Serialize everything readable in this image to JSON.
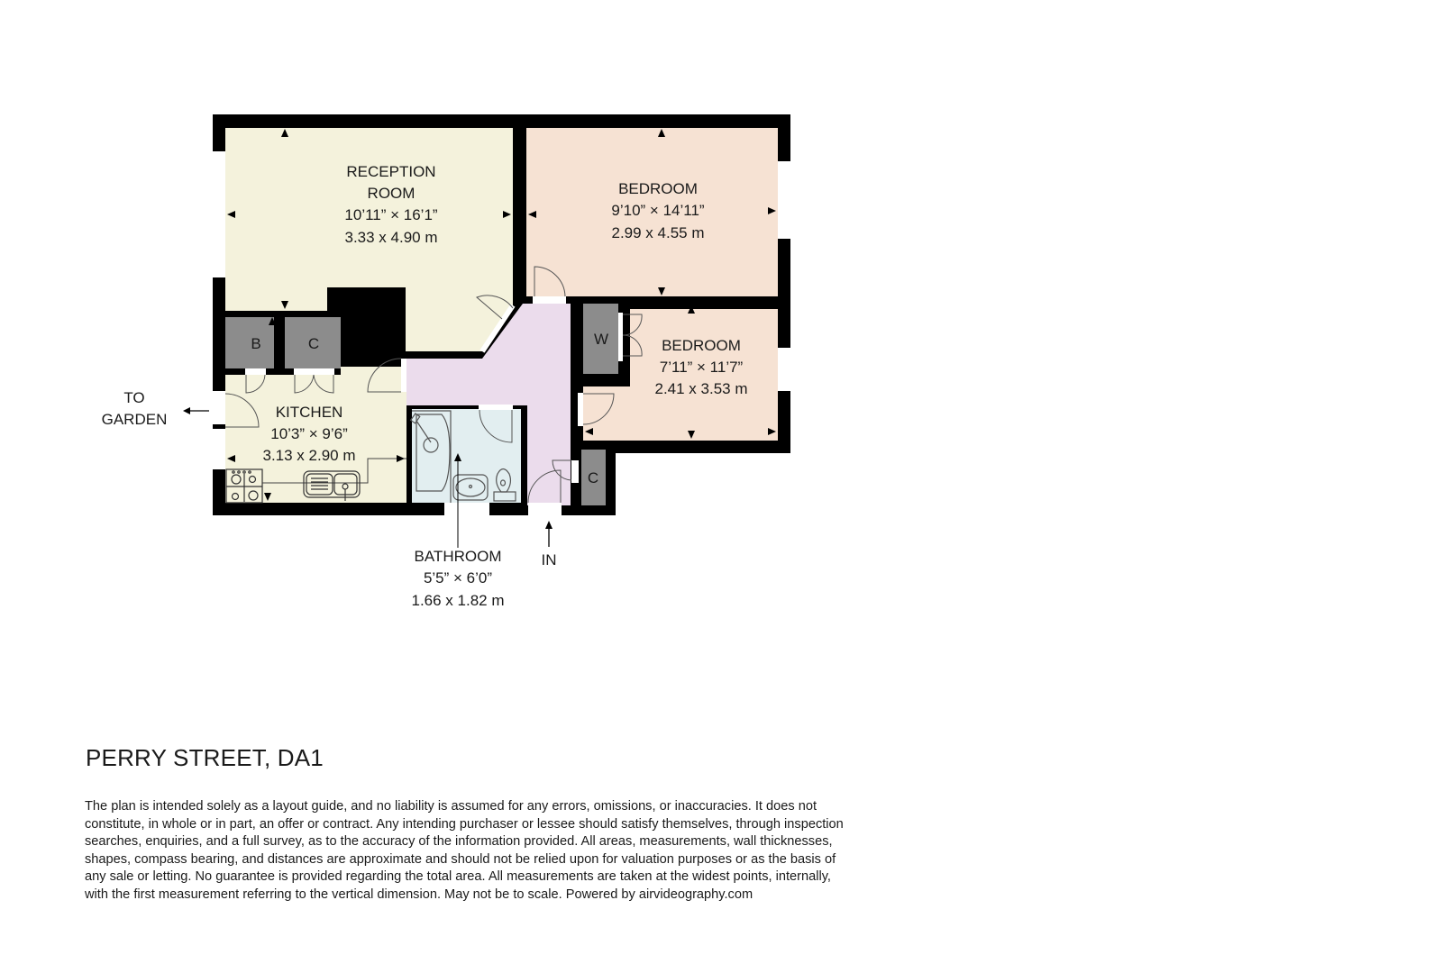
{
  "colors": {
    "wall": "#000000",
    "reception": "#f4f2dc",
    "kitchen": "#f4f2dc",
    "bedroom": "#f6e2d3",
    "hallway": "#ebdcec",
    "bathroom": "#e2eef0",
    "cupboard": "#8c8c8c",
    "window": "#ffffff"
  },
  "rooms": {
    "reception": {
      "name_line1": "RECEPTION",
      "name_line2": "ROOM",
      "imperial": "10’11” × 16’1”",
      "metric": "3.33 x 4.90 m"
    },
    "bedroom1": {
      "name": "BEDROOM",
      "imperial": "9’10” × 14’11”",
      "metric": "2.99 x 4.55 m"
    },
    "bedroom2": {
      "name": "BEDROOM",
      "imperial": "7’11” × 11’7”",
      "metric": "2.41 x 3.53 m"
    },
    "kitchen": {
      "name": "KITCHEN",
      "imperial": "10’3” × 9’6”",
      "metric": "3.13 x 2.90 m"
    },
    "bathroom": {
      "name": "BATHROOM",
      "imperial": "5’5” × 6’0”",
      "metric": "1.66 x 1.82 m"
    }
  },
  "cupboards": {
    "boiler": "B",
    "cupboard_kitchen": "C",
    "wardrobe": "W",
    "cupboard_hall": "C"
  },
  "labels": {
    "garden_line1": "TO",
    "garden_line2": "GARDEN",
    "entrance": "IN"
  },
  "title": "PERRY STREET, DA1",
  "disclaimer_lines": [
    "The plan is intended solely as a layout guide, and no liability is assumed for any errors, omissions, or inaccuracies. It does not",
    "constitute, in whole or in part, an offer or contract. Any intending purchaser or lessee should satisfy themselves, through inspection",
    "searches, enquiries, and a full survey, as to the accuracy of the information provided. All areas, measurements, wall thicknesses,",
    "shapes, compass bearing, and distances are approximate and should not be relied upon for valuation purposes or as the basis of",
    "any sale or letting. No guarantee is provided regarding the total area. All measurements are taken at the widest points, internally,",
    "with the first measurement referring to the vertical dimension. May not be to scale. Powered by airvideography.com"
  ]
}
